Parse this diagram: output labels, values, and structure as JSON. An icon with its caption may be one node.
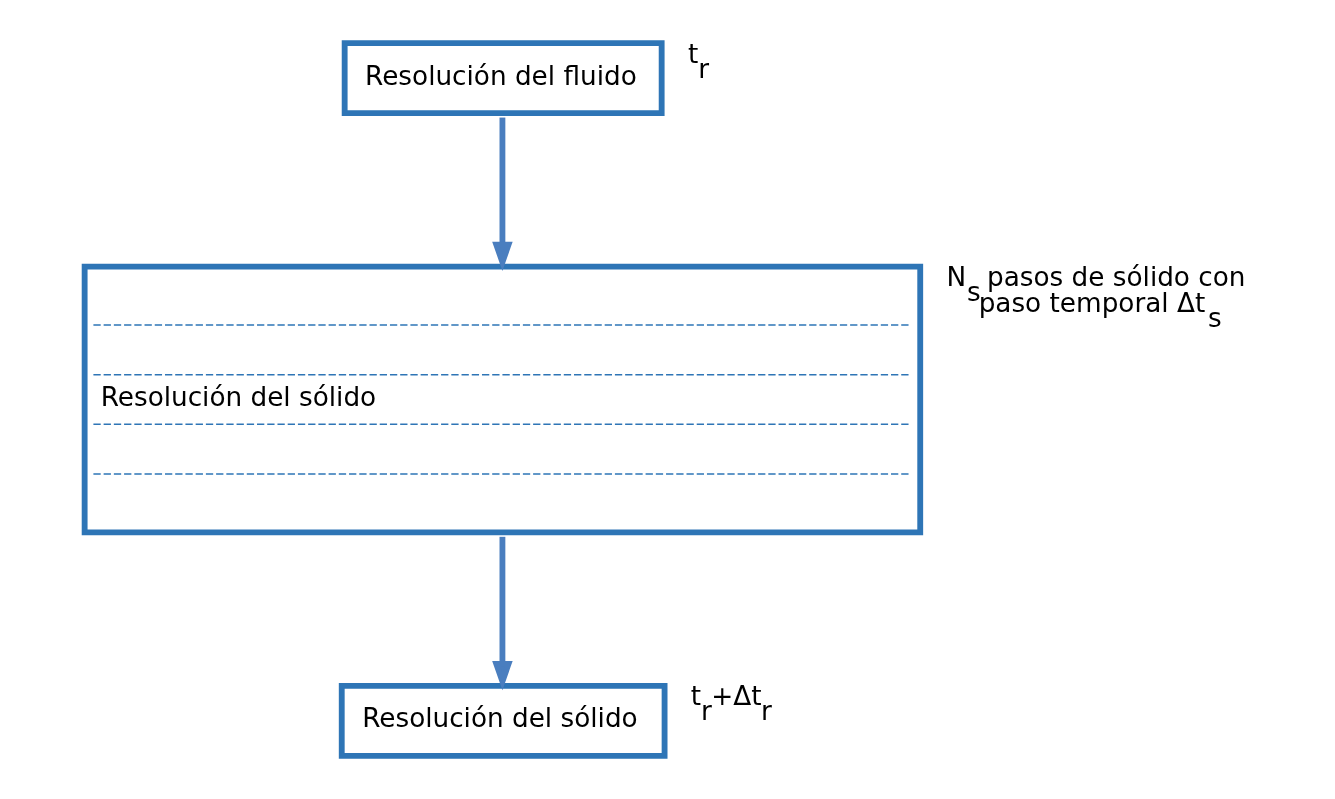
{
  "diagram": {
    "nodes": [
      {
        "text": [
          "Resolución del fluido"
        ],
        "beside": [
          "t$_{r}$"
        ]
      },
      {
        "text": [
          "Resolución del sólido"
        ],
        "beside": [
          "N$_{s}$ pasos de sólido con paso temporal Δt$_{s}$"
        ]
      },
      {
        "text": [
          "Resolución del sólido"
        ],
        "beside": [
          "t$_{r}$+Δt$_{r}$"
        ]
      }
    ],
    "edges": [
      {
        "from": 0,
        "to": 1,
        "arrow": "to"
      },
      {
        "from": 1,
        "to": 2,
        "arrow": "to"
      }
    ]
  }
}
